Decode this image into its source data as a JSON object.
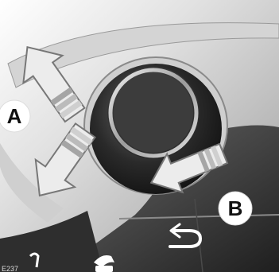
{
  "callouts": {
    "a": {
      "label": "A"
    },
    "b": {
      "label": "B"
    }
  },
  "panel": {
    "button_glyphs": [
      "back-arrow-icon",
      "phone-icon",
      "partial-left-icon"
    ]
  },
  "figure_id": "E237",
  "colors": {
    "panel_light": "#e8e8e8",
    "panel_mid": "#bdbdbd",
    "panel_dark": "#5a5a5a",
    "panel_black": "#1c1c1c",
    "knob_ring": "#c8c8c8",
    "knob_center": "#404040",
    "arrow_fill": "#e6e6e6",
    "arrow_stroke": "#7a7a7a",
    "callout_bg": "#ffffff"
  }
}
